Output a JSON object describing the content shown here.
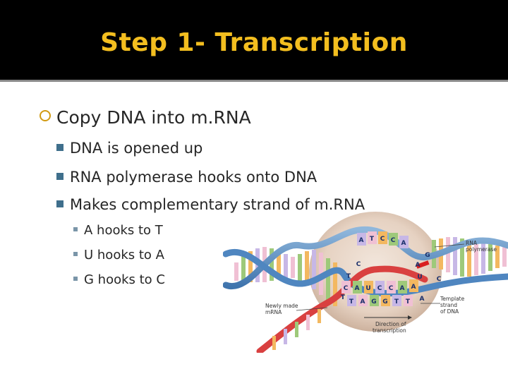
{
  "slide": {
    "title": "Step 1- Transcription",
    "bullet": "Copy DNA into m.RNA",
    "sub_bullets": [
      "DNA is opened up",
      "RNA polymerase hooks onto DNA",
      "Makes complementary strand of m.RNA"
    ],
    "sub_sub_bullets": [
      "A hooks to T",
      "U hooks to A",
      "G hooks to C"
    ]
  },
  "figure": {
    "labels": {
      "polymerase_1": "RNA",
      "polymerase_2": "polymerase",
      "template_1": "Template",
      "template_2": "strand",
      "template_3": "of DNA",
      "newly_1": "Newly made",
      "newly_2": "mRNA",
      "direction_1": "Direction of",
      "direction_2": "transcription"
    },
    "top_strand_bases": [
      "A",
      "T",
      "C",
      "C",
      "A"
    ],
    "mrna_bases": [
      "C",
      "A",
      "U",
      "C",
      "C",
      "A",
      "A"
    ],
    "template_bases": [
      "T",
      "A",
      "G",
      "G",
      "T",
      "T"
    ],
    "left_bases": [
      "C",
      "T",
      "T"
    ],
    "right_bases": [
      "A",
      "G",
      "U",
      "A",
      "C"
    ]
  }
}
